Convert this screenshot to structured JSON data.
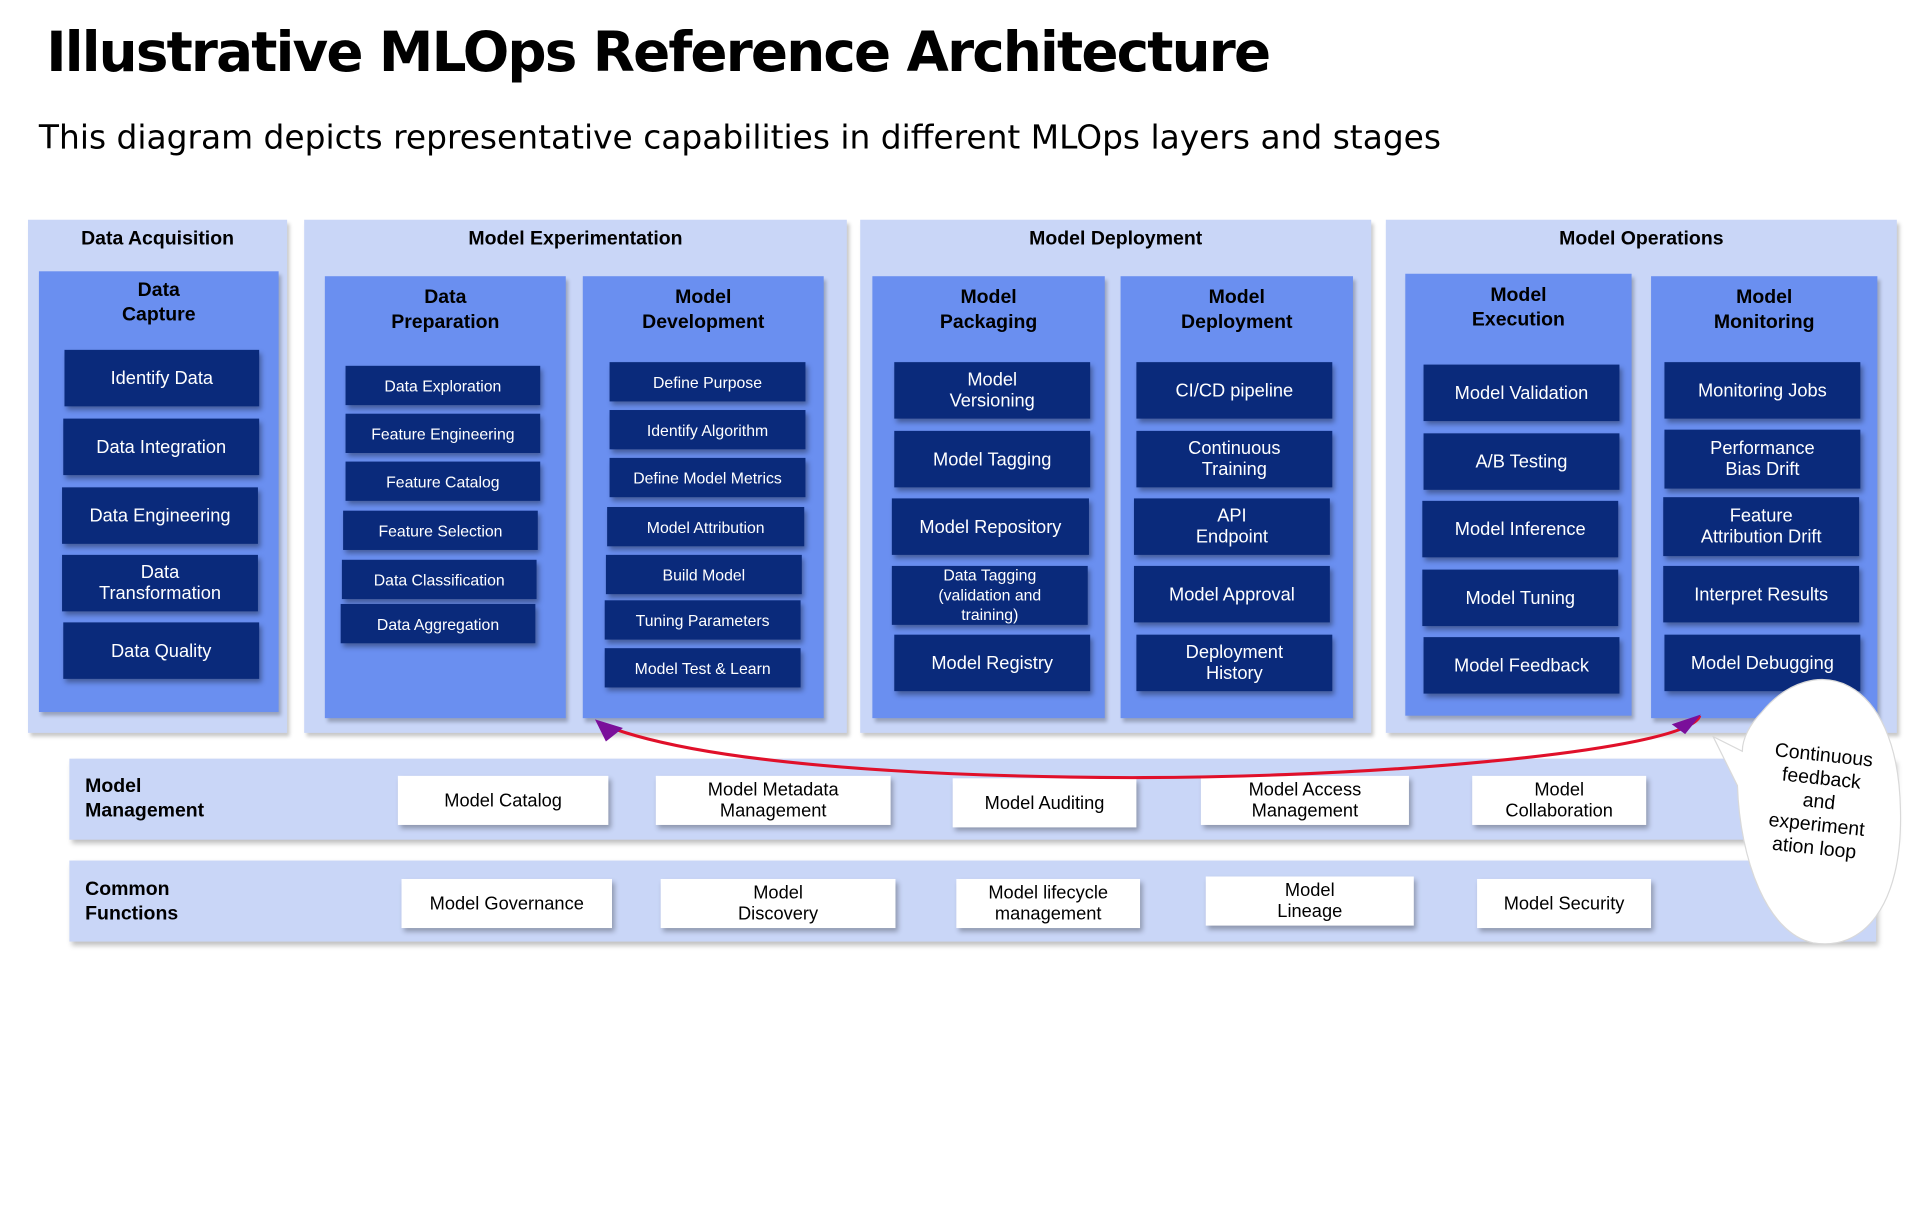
{
  "title": "Illustrative MLOps Reference Architecture",
  "subtitle": "This diagram depicts representative capabilities in different MLOps layers and stages",
  "stages": [
    {
      "title": "Data Acquisition",
      "columns": [
        {
          "title": "Data\nCapture",
          "items": [
            "Identify Data",
            "Data Integration",
            "Data Engineering",
            "Data\nTransformation",
            "Data Quality"
          ]
        }
      ]
    },
    {
      "title": "Model Experimentation",
      "columns": [
        {
          "title": "Data\nPreparation",
          "items": [
            "Data Exploration",
            "Feature Engineering",
            "Feature Catalog",
            "Feature Selection",
            "Data Classification",
            "Data Aggregation"
          ]
        },
        {
          "title": "Model\nDevelopment",
          "items": [
            "Define Purpose",
            "Identify Algorithm",
            "Define Model Metrics",
            "Model Attribution",
            "Build Model",
            "Tuning Parameters",
            "Model Test & Learn"
          ]
        }
      ]
    },
    {
      "title": "Model Deployment",
      "columns": [
        {
          "title": "Model\nPackaging",
          "items": [
            "Model\nVersioning",
            "Model Tagging",
            "Model Repository",
            "Data Tagging\n(validation and\ntraining)",
            "Model Registry"
          ]
        },
        {
          "title": "Model\nDeployment",
          "items": [
            "CI/CD pipeline",
            "Continuous\nTraining",
            "API\nEndpoint",
            "Model Approval",
            "Deployment\nHistory"
          ]
        }
      ]
    },
    {
      "title": "Model Operations",
      "columns": [
        {
          "title": "Model\nExecution",
          "items": [
            "Model Validation",
            "A/B Testing",
            "Model Inference",
            "Model Tuning",
            "Model Feedback"
          ]
        },
        {
          "title": "Model\nMonitoring",
          "items": [
            "Monitoring Jobs",
            "Performance\nBias Drift",
            "Feature\nAttribution Drift",
            "Interpret Results",
            "Model Debugging"
          ]
        }
      ]
    }
  ],
  "bands": [
    {
      "label": "Model\nManagement",
      "items": [
        "Model Catalog",
        "Model Metadata\nManagement",
        "Model Auditing",
        "Model Access\nManagement",
        "Model\nCollaboration"
      ]
    },
    {
      "label": "Common\nFunctions",
      "items": [
        "Model Governance",
        "Model\nDiscovery",
        "Model lifecycle\nmanagement",
        "Model\nLineage",
        "Model Security"
      ]
    }
  ],
  "loop_label": "Continuous\nfeedback\nand\nexperiment\nation loop",
  "colors": {
    "panel_bg": "#c9d6f7",
    "column_bg": "#6a8ff0",
    "box_bg": "#0a2a7b",
    "box_text": "#ffffff",
    "loop_arrow": "#e0102a"
  }
}
